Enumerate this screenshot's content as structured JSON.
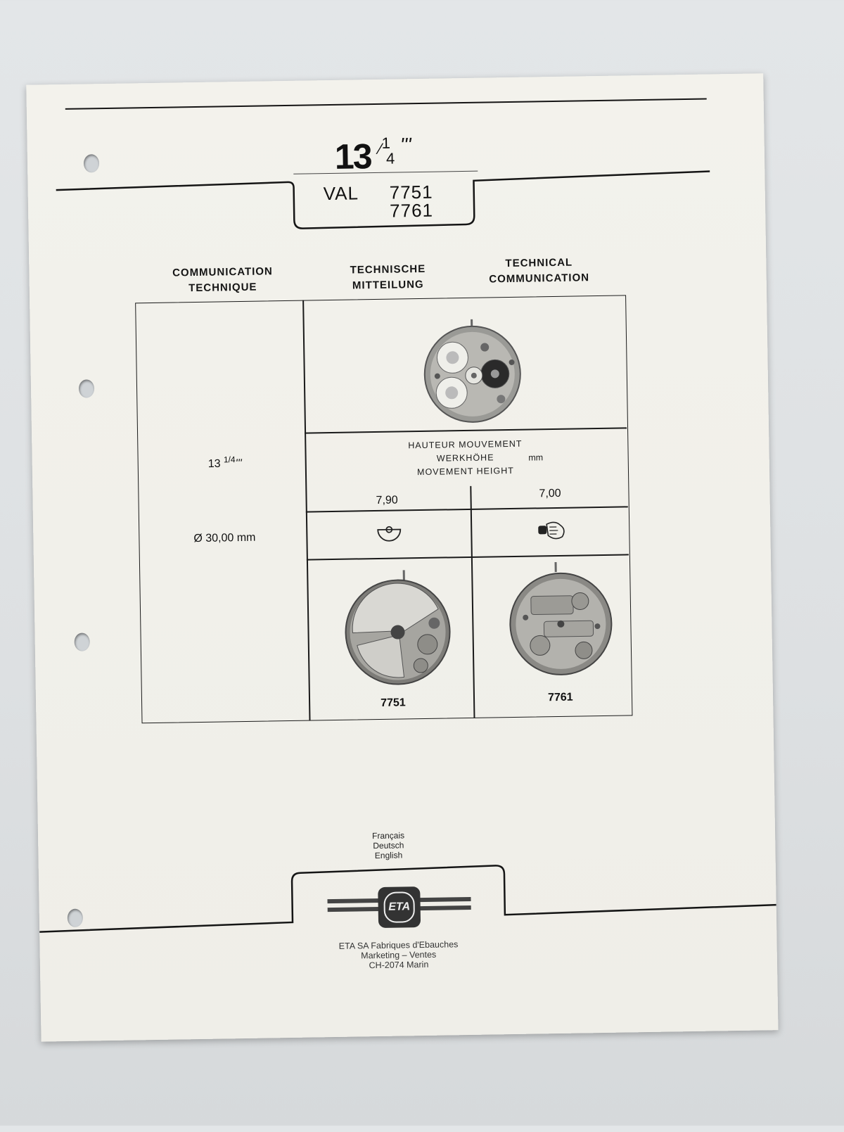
{
  "title": {
    "calibre_whole": "13",
    "calibre_fraction_num": "1",
    "calibre_fraction_den": "4",
    "calibre_lines_mark": "'''",
    "val_label": "VAL",
    "models": [
      "7751",
      "7761"
    ]
  },
  "headers": {
    "fr": [
      "COMMUNICATION",
      "TECHNIQUE"
    ],
    "de": [
      "TECHNISCHE",
      "MITTEILUNG"
    ],
    "en": [
      "TECHNICAL",
      "COMMUNICATION"
    ]
  },
  "left_panel": {
    "size_text": "13 ",
    "size_fraction": "1/4",
    "size_mark": "'''",
    "diameter": "Ø 30,00 mm"
  },
  "height_section": {
    "labels": [
      "HAUTEUR MOUVEMENT",
      "WERKHÖHE",
      "MOVEMENT HEIGHT"
    ],
    "unit": "mm",
    "values": [
      "7,90",
      "7,00"
    ]
  },
  "movements": [
    {
      "model": "7751",
      "winding_icon": "rotor-icon"
    },
    {
      "model": "7761",
      "winding_icon": "hand-wind-icon"
    }
  ],
  "languages": [
    "Français",
    "Deutsch",
    "English"
  ],
  "footer": {
    "logo_text": "ETA",
    "address": [
      "ETA SA Fabriques d'Ebauches",
      "Marketing – Ventes",
      "CH-2074 Marin"
    ]
  }
}
